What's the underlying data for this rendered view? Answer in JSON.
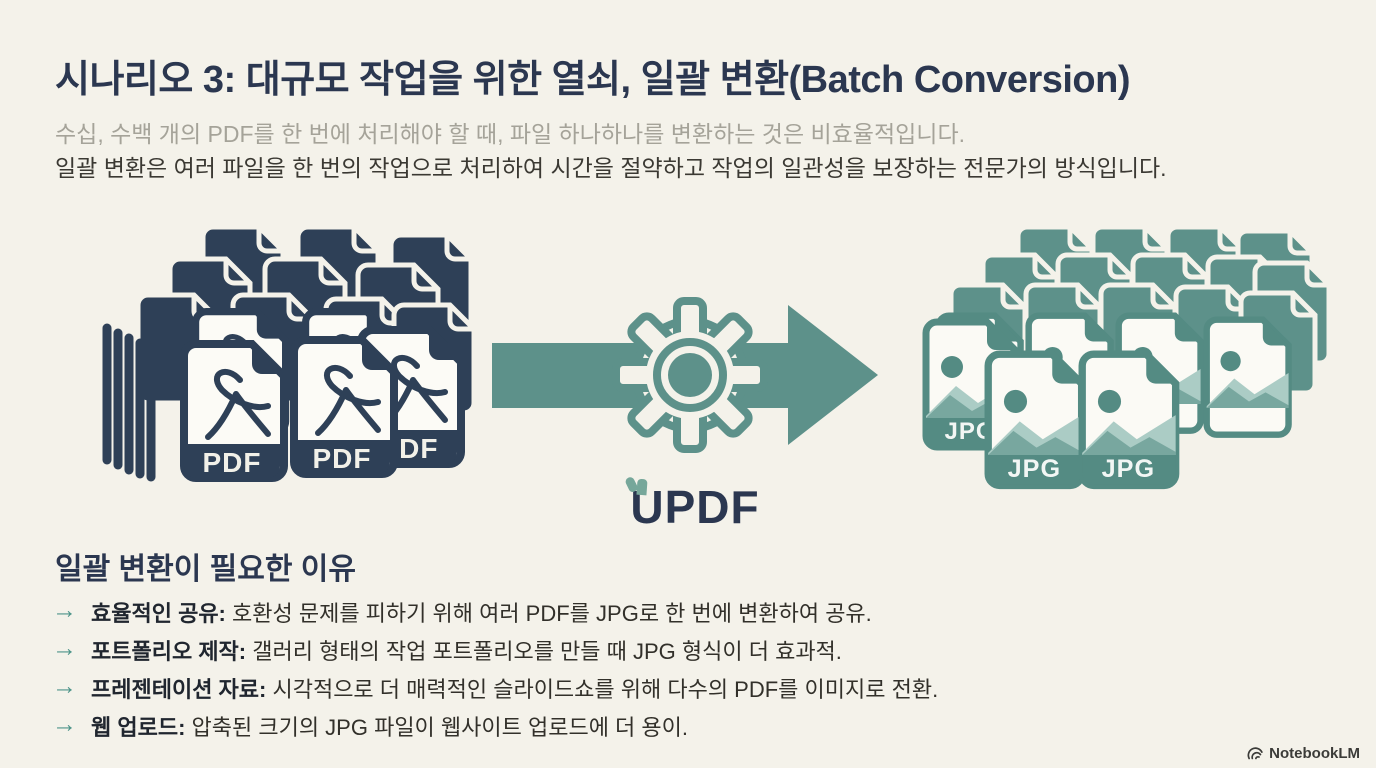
{
  "header": {
    "title": "시나리오 3: 대규모 작업을 위한 열쇠, 일괄 변환(Batch Conversion)",
    "subtitle_line1": "수십, 수백 개의 PDF를 한 번에 처리해야 할 때, 파일 하나하나를 변환하는 것은 비효율적입니다.",
    "subtitle_line2": "일괄 변환은 여러 파일을 한 번의 작업으로 처리하여 시간을 절약하고 작업의 일관성을 보장하는 전문가의 방식입니다."
  },
  "diagram": {
    "source_format_label": "PDF",
    "target_format_label": "JPG",
    "tool_logo": "UPDF",
    "icons": [
      "pdf-file-icon",
      "gear-icon",
      "right-arrow-icon",
      "jpg-image-file-icon"
    ]
  },
  "colors": {
    "background": "#f4f2ea",
    "navy": "#2e4057",
    "teal": "#5d918a",
    "teal_border": "#548b83",
    "teal_light": "#abccc5",
    "title_navy": "#2b3750",
    "subtitle_gray": "#a5a399",
    "text_dark": "#32302a"
  },
  "reasons": {
    "heading": "일괄 변환이 필요한 이유",
    "bullet_icon": "→",
    "items": [
      {
        "lead": "효율적인 공유:",
        "text": " 호환성 문제를 피하기 위해 여러 PDF를 JPG로 한 번에 변환하여 공유."
      },
      {
        "lead": "포트폴리오 제작:",
        "text": " 갤러리 형태의 작업 포트폴리오를 만들 때 JPG 형식이 더 효과적."
      },
      {
        "lead": "프레젠테이션 자료:",
        "text": " 시각적으로 더 매력적인 슬라이드쇼를 위해 다수의 PDF를 이미지로 전환."
      },
      {
        "lead": "웹 업로드:",
        "text": " 압축된 크기의 JPG 파일이 웹사이트 업로드에 더 용이."
      }
    ]
  },
  "watermark": {
    "label": "NotebookLM"
  }
}
